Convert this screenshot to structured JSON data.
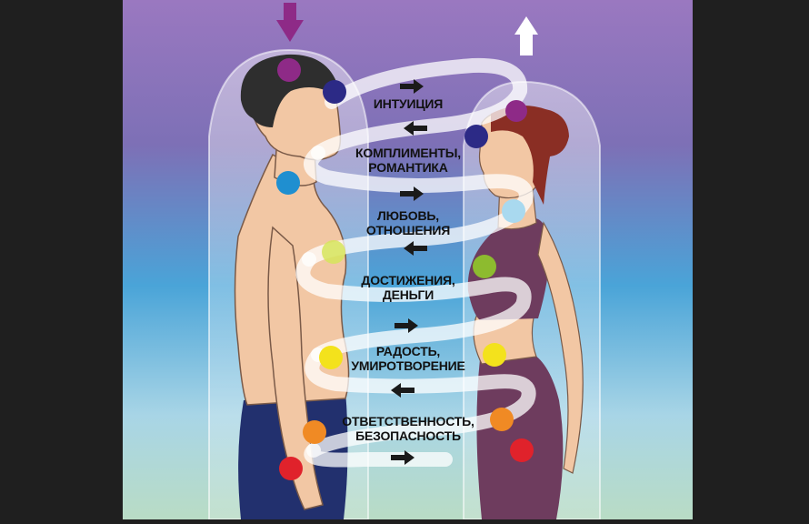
{
  "labels": {
    "intuition": "ИНТУИЦИЯ",
    "romance_1": "КОМПЛИМЕНТЫ,",
    "romance_2": "РОМАНТИКА",
    "love_1": "ЛЮБОВЬ,",
    "love_2": "ОТНОШЕНИЯ",
    "money_1": "ДОСТИЖЕНИЯ,",
    "money_2": "ДЕНЬГИ",
    "joy_1": "РАДОСТЬ,",
    "joy_2": "УМИРОТВОРЕНИЕ",
    "safety_1": "ОТВЕТСТВЕННОСТЬ,",
    "safety_2": "БЕЗОПАСНОСТЬ"
  },
  "colors": {
    "crown": "#8e2a87",
    "third_eye": "#2c2a86",
    "throat": "#1f8fd0",
    "heart": "#8dbb2f",
    "solar": "#f3e21c",
    "sacral": "#f08a24",
    "root": "#e0222b",
    "skin": "#f2c7a4",
    "man_hair": "#2e2e2e",
    "woman_hair": "#8a2e24",
    "top": "#6e3c5e",
    "man_pants": "#22306e",
    "woman_leggings": "#6e3c5e"
  },
  "icons": {
    "arrow_down": "arrow-down-icon",
    "arrow_up": "arrow-up-icon",
    "small_arrows": "arrow-icon"
  }
}
